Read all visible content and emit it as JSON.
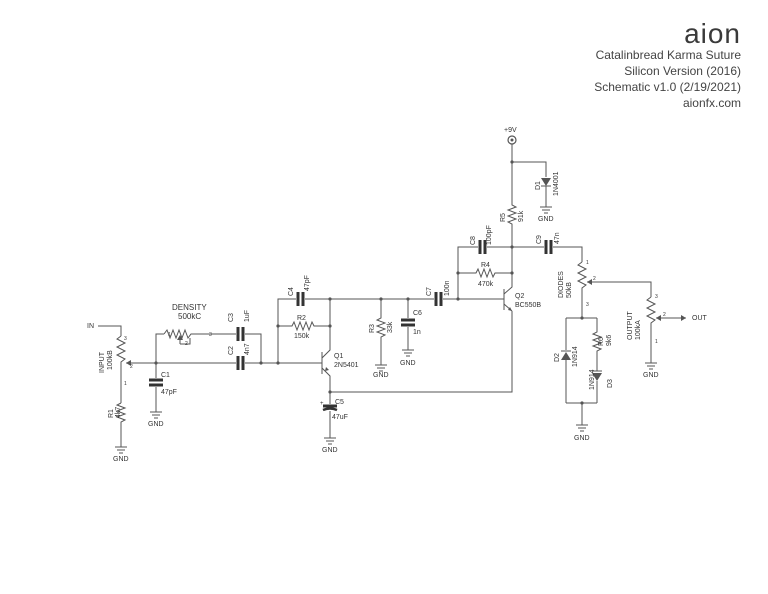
{
  "header": {
    "logo": "aion",
    "title": "Catalinbread Karma Suture",
    "version": "Silicon Version (2016)",
    "schematic": "Schematic v1.0 (2/19/2021)",
    "site": "aionfx.com"
  },
  "labels": {
    "vcc": "+9V",
    "in": "IN",
    "out": "OUT",
    "gnd": "GND",
    "input_name": "INPUT",
    "input_val": "100kB",
    "r1_name": "R1",
    "r1_val": "4k7",
    "c1_name": "C1",
    "c1_val": "47pF",
    "density_name": "DENSITY",
    "density_val": "500kC",
    "c3_name": "C3",
    "c3_val": "1uF",
    "c2_name": "C2",
    "c2_val": "4n7",
    "c4_name": "C4",
    "c4_val": "47pF",
    "r2_name": "R2",
    "r2_val": "150k",
    "q1_name": "Q1",
    "q1_val": "2N5401",
    "c5_name": "C5",
    "c5_val": "47uF",
    "r3_name": "R3",
    "r3_val": "33k",
    "c6_name": "C6",
    "c6_val": "1n",
    "c7_name": "C7",
    "c7_val": "100n",
    "c8_name": "C8",
    "c8_val": "100pF",
    "r4_name": "R4",
    "r4_val": "470k",
    "q2_name": "Q2",
    "q2_val": "BC550B",
    "r5_name": "R5",
    "r5_val": "91k",
    "d1_name": "D1",
    "d1_val": "1N4001",
    "c9_name": "C9",
    "c9_val": "47n",
    "diodes_name": "DIODES",
    "diodes_val": "50kB",
    "d2_name": "D2",
    "d2_val": "1N914",
    "d3_name": "D3",
    "d3_val": "1N914",
    "r6_name": "R6",
    "r6_val": "9k6",
    "output_name": "OUTPUT",
    "output_val": "100kA",
    "pin1": "1",
    "pin2": "2",
    "pin3": "3"
  },
  "colors": {
    "wire": "#555555",
    "text": "#333333",
    "logo": "#3a3a3a"
  }
}
